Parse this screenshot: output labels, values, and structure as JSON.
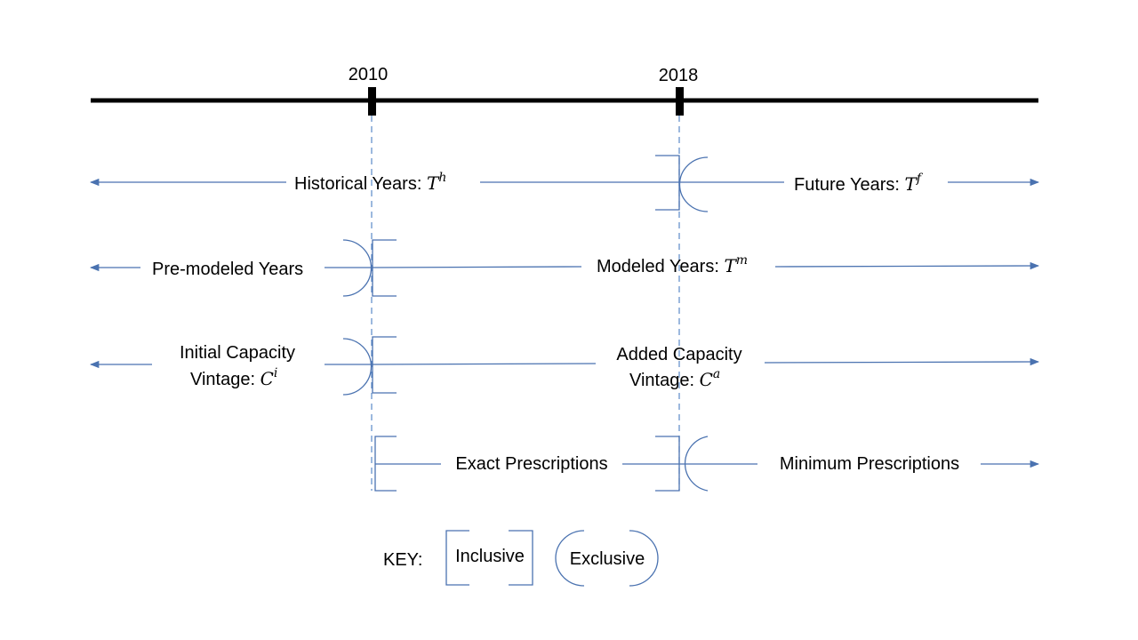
{
  "timeline": {
    "year_start": "2010",
    "year_end": "2018"
  },
  "rows": {
    "historical_label": "Historical Years: ",
    "historical_symbol": "T",
    "historical_sup": "h",
    "future_label": "Future Years: ",
    "future_symbol": "T",
    "future_sup": "f",
    "premodeled_label": "Pre-modeled Years",
    "modeled_label": "Modeled Years: ",
    "modeled_symbol": "T",
    "modeled_sup": "m",
    "initial_line1": "Initial Capacity",
    "initial_line2": "Vintage: ",
    "initial_symbol": "C",
    "initial_sup": "i",
    "added_line1": "Added Capacity",
    "added_line2": "Vintage: ",
    "added_symbol": "C",
    "added_sup": "a",
    "exact_label": "Exact Prescriptions",
    "minimum_label": "Minimum Prescriptions"
  },
  "key": {
    "title": "KEY:",
    "inclusive": "Inclusive",
    "exclusive": "Exclusive"
  },
  "colors": {
    "timeline": "#000000",
    "lines": "#4a72b0",
    "dashes": "#5b8ac9"
  }
}
